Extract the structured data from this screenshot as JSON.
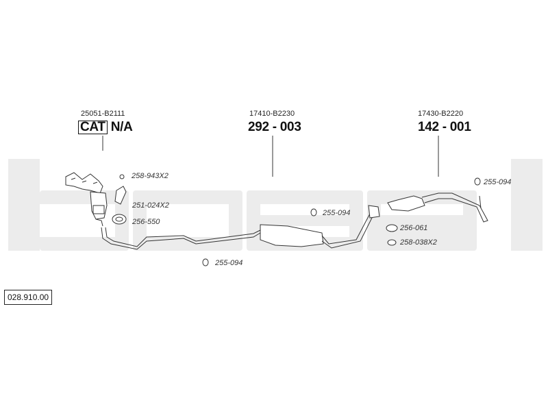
{
  "watermark": {
    "text": "bosal",
    "color": "#ececec"
  },
  "colors": {
    "stroke": "#333333",
    "fill": "#ffffff"
  },
  "labels": {
    "manifold_oem": "25051-B2111",
    "manifold_cat": "CAT",
    "manifold_code": "N/A",
    "middle_oem": "17410-B2230",
    "middle_code": "292 - 003",
    "rear_oem": "17430-B2220",
    "rear_code": "142 - 001"
  },
  "parts": {
    "p258_943": "258-943X2",
    "p251_024": "251-024X2",
    "p256_550": "256-550",
    "p255_094_front": "255-094",
    "p255_094_mid": "255-094",
    "p255_094_rear": "255-094",
    "p256_061": "256-061",
    "p258_038": "258-038X2"
  },
  "reference": "028.910.00"
}
